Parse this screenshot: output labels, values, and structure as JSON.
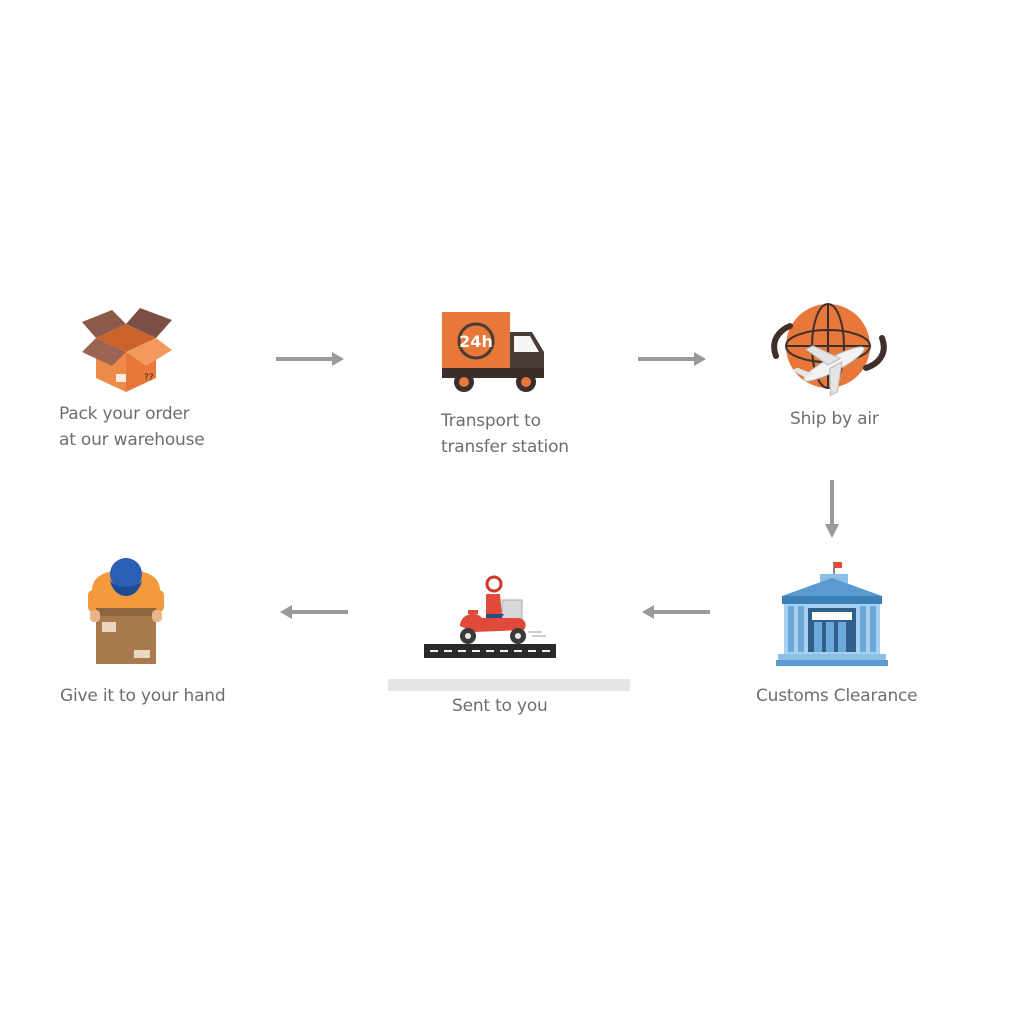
{
  "steps": [
    {
      "id": "pack",
      "label": "Pack your order\nat our warehouse",
      "icon": "open-box-icon"
    },
    {
      "id": "transport",
      "label": "Transport to\ntransfer station",
      "icon": "delivery-truck-24h-icon"
    },
    {
      "id": "air",
      "label": "Ship by air",
      "icon": "globe-airplane-icon"
    },
    {
      "id": "customs",
      "label": "Customs Clearance",
      "icon": "customs-building-icon"
    },
    {
      "id": "sent",
      "label": "Sent to you",
      "icon": "scooter-courier-icon"
    },
    {
      "id": "give",
      "label": "Give it to your hand",
      "icon": "courier-holding-box-icon"
    }
  ],
  "truck_badge": "24h",
  "colors": {
    "accent_orange": "#e8773a",
    "arrow_gray": "#9a9a9a",
    "label_gray": "#6e6e6e",
    "building_blue": "#6aa9d8"
  }
}
